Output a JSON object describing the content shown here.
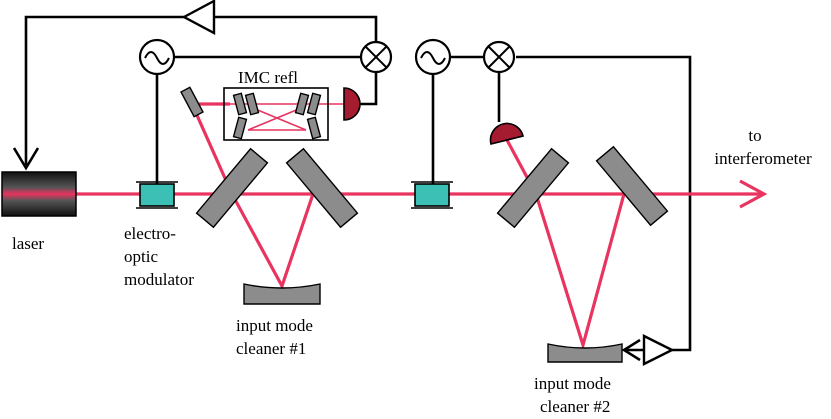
{
  "labels": {
    "laser": "laser",
    "eom_line1": "electro-",
    "eom_line2": "optic",
    "eom_line3": "modulator",
    "imc_refl": "IMC refl",
    "imc1_line1": "input mode",
    "imc1_line2": "cleaner #1",
    "imc2_line1": "input mode",
    "imc2_line2": "cleaner #2",
    "to_line1": "to",
    "to_line2": "interferometer"
  },
  "colors": {
    "beam": "#e8345f",
    "eom": "#3cbfb4",
    "photodiode": "#a51c30",
    "mirror": "#8c8c8c",
    "wire": "#000000"
  }
}
